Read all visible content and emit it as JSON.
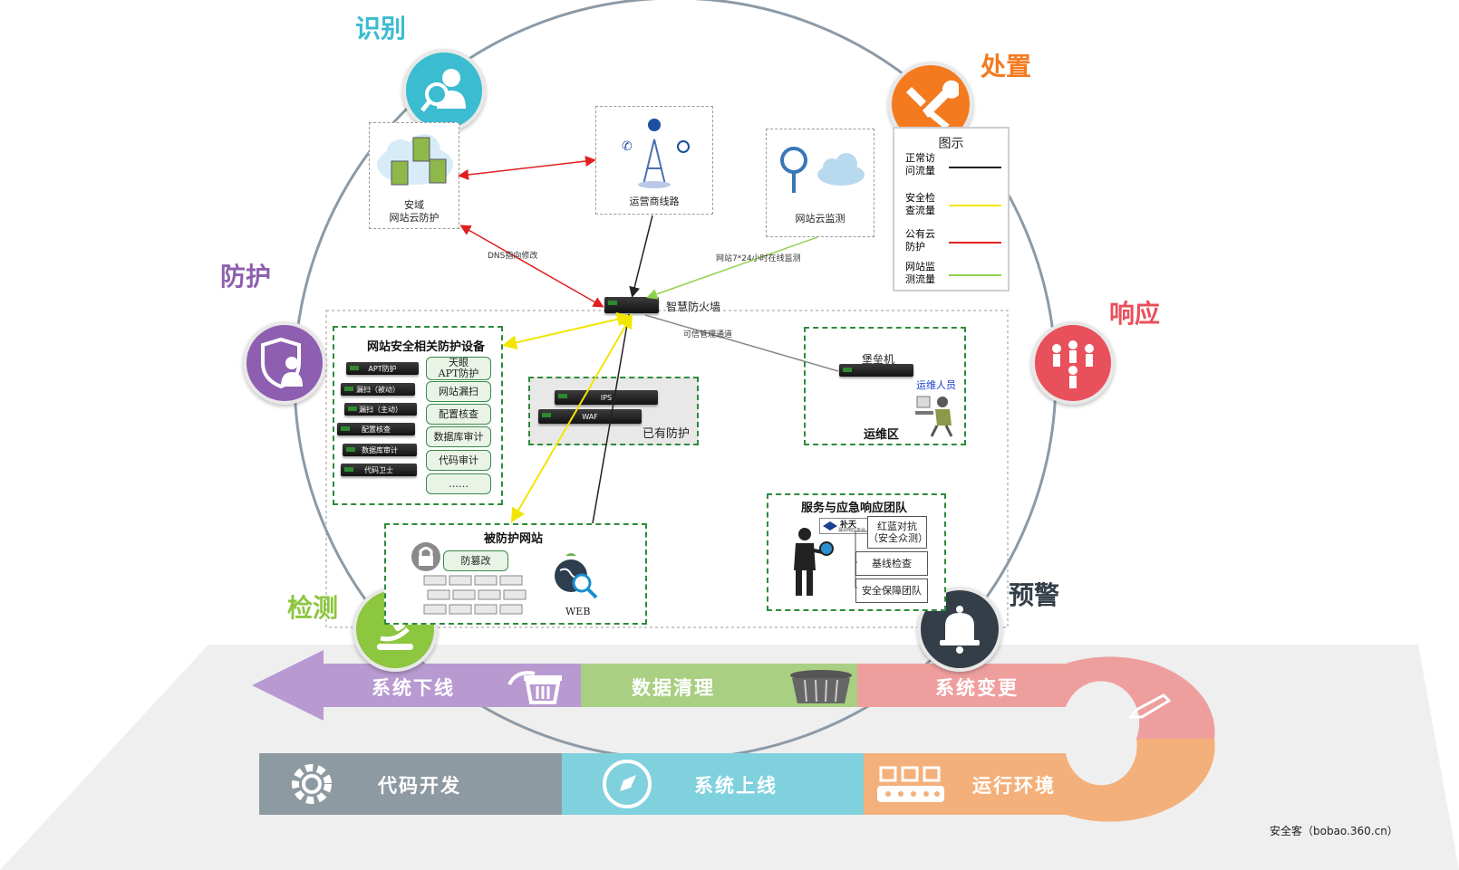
{
  "phases": {
    "identify": "识别",
    "dispose": "处置",
    "protect": "防护",
    "respond": "响应",
    "detect": "检测",
    "warn": "预警"
  },
  "nodes": {
    "anyu_line1": "安域",
    "anyu_line2": "网站云防护",
    "carrier": "运营商线路",
    "cloud_monitor": "网站云监测",
    "firewall": "智慧防火墙",
    "dns_label": "DNS指向修改",
    "monitor_label": "网站7*24小时在线监测",
    "trusted_channel": "可信管理通道"
  },
  "legend": {
    "title": "图示",
    "items": [
      {
        "label1": "正常访",
        "label2": "问流量",
        "color": "#222222"
      },
      {
        "label1": "安全检",
        "label2": "查流量",
        "color": "#f2e600"
      },
      {
        "label1": "公有云",
        "label2": "防护",
        "color": "#e02020"
      },
      {
        "label1": "网站监",
        "label2": "测流量",
        "color": "#8fd14f"
      }
    ]
  },
  "security_devices": {
    "title": "网站安全相关防护设备",
    "devices": [
      "APT防护",
      "漏扫（被动）",
      "漏扫（主动）",
      "配置核查",
      "数据库审计",
      "代码卫士"
    ],
    "chips": [
      "天眼\nAPT防护",
      "网站漏扫",
      "配置核查",
      "数据库审计",
      "代码审计",
      "……"
    ]
  },
  "existing": {
    "title": "已有防护",
    "ips": "IPS",
    "waf": "WAF"
  },
  "ops": {
    "bastion": "堡垒机",
    "staff": "运维人员",
    "zone": "运维区"
  },
  "team": {
    "title": "服务与应急响应团队",
    "logo_title": "补天",
    "logo_sub": "漏洞响应平台",
    "boxes": [
      "红蓝对抗\n（安全众测）",
      "基线检查",
      "安全保障团队"
    ]
  },
  "protected": {
    "title": "被防护网站",
    "tamper": "防篡改",
    "web": "WEB"
  },
  "lifecycle": {
    "top": [
      "系统下线",
      "数据清理",
      "系统变更"
    ],
    "bottom": [
      "代码开发",
      "系统上线",
      "运行环境"
    ]
  },
  "colors": {
    "identify": "#3bbcd0",
    "dispose": "#f47a20",
    "protect": "#8e5fb0",
    "respond": "#e8505b",
    "detect": "#8dc63f",
    "warn": "#333e48",
    "band_purple": "#b89ad0",
    "band_green": "#a9cf82",
    "band_pink": "#ef9e9e",
    "band_gray": "#8e9aa2",
    "band_cyan": "#7fd1de",
    "band_orange": "#f4b07a"
  },
  "watermark": "安全客（bobao.360.cn）"
}
